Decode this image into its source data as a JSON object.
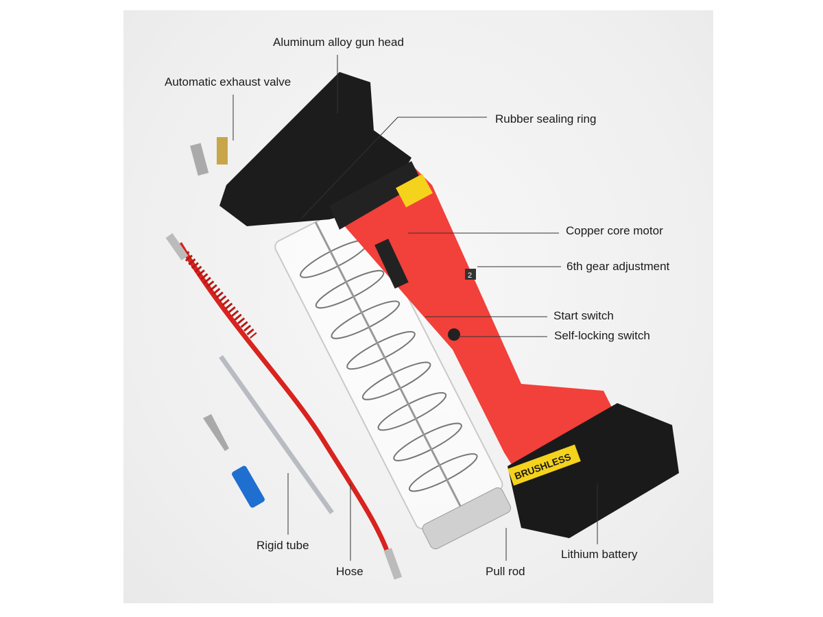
{
  "labels": {
    "gun_head": "Aluminum alloy gun head",
    "exhaust_valve": "Automatic exhaust valve",
    "sealing_ring": "Rubber sealing ring",
    "motor": "Copper core motor",
    "gear": "6th gear adjustment",
    "start_switch": "Start switch",
    "self_locking": "Self-locking switch",
    "rigid_tube": "Rigid tube",
    "hose": "Hose",
    "pull_rod": "Pull rod",
    "battery": "Lithium battery"
  },
  "product_text": {
    "brushless": "BRUSHLESS",
    "gear_number": "2"
  },
  "colors": {
    "body_red": "#f2403a",
    "head_black": "#1c1c1c",
    "label_yellow": "#f5d21c",
    "hose_red": "#d8231e",
    "coupler_blue": "#1e6fd0"
  }
}
